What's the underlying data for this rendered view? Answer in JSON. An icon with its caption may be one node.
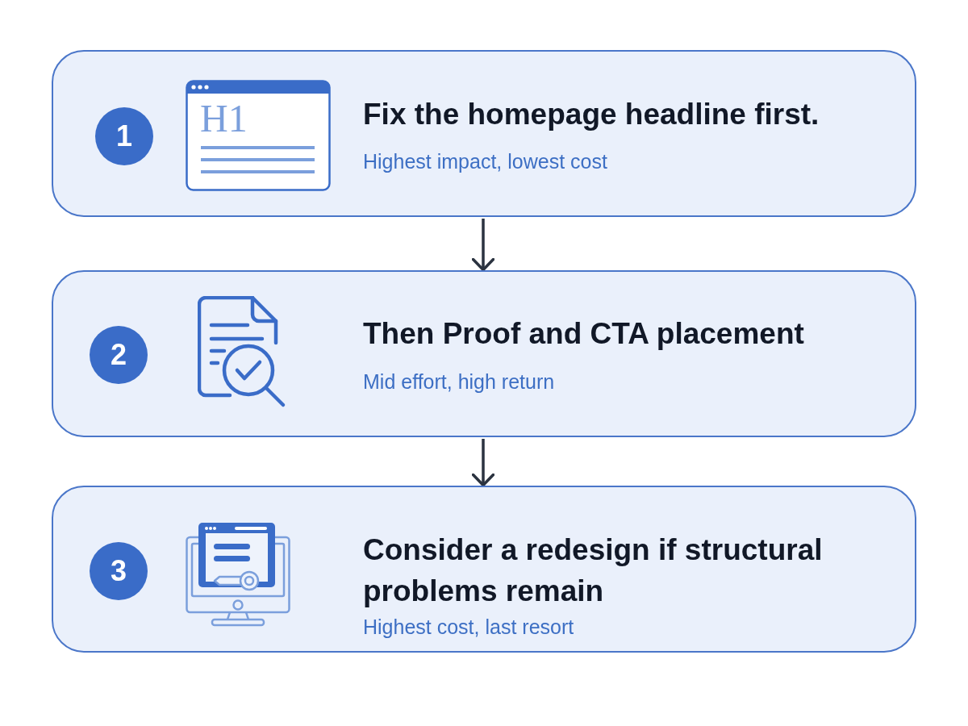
{
  "diagram": {
    "nodes": [
      {
        "text": [
          "Fix the homepage headline first.",
          "Highest impact, lowest cost"
        ]
      },
      {
        "text": [
          "1"
        ],
        "in": 0
      },
      {
        "text": [
          "Then Proof and CTA placement",
          "Mid effort, high return"
        ]
      },
      {
        "text": [
          "2"
        ],
        "in": 2
      },
      {
        "text": [
          "Consider a redesign if structural problems remain",
          "Highest cost, last resort"
        ]
      },
      {
        "text": [
          "3"
        ],
        "in": 4
      }
    ],
    "edges": [
      {
        "from": 0,
        "to": 2,
        "arrow": "to"
      },
      {
        "from": 2,
        "to": 4,
        "arrow": "to"
      }
    ],
    "labels": [
      "H1"
    ]
  }
}
